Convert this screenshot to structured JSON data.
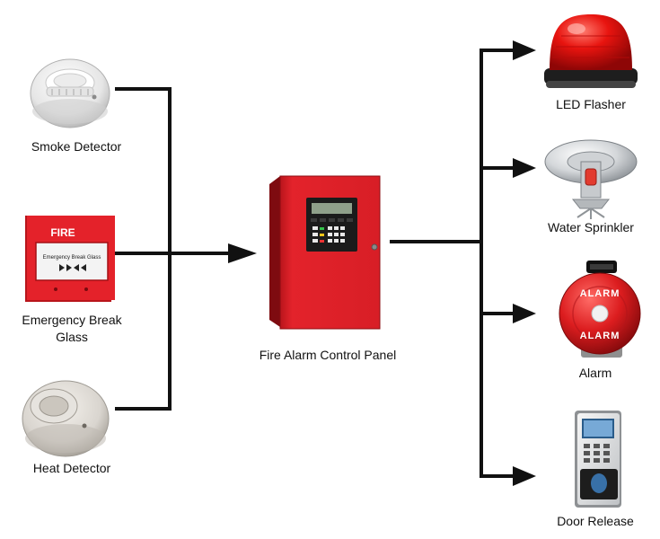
{
  "inputs": [
    {
      "label": "Smoke Detector",
      "icon": "smoke-detector-icon"
    },
    {
      "label_line1": "Emergency Break",
      "label_line2": "Glass",
      "icon": "break-glass-icon",
      "device_text": "FIRE",
      "device_subtext": "Emergency Break Glass"
    },
    {
      "label": "Heat Detector",
      "icon": "heat-detector-icon"
    }
  ],
  "panel": {
    "label": "Fire Alarm Control Panel",
    "icon": "fire-alarm-control-panel-icon"
  },
  "outputs": [
    {
      "label": "LED Flasher",
      "icon": "led-flasher-icon"
    },
    {
      "label": "Water Sprinkler",
      "icon": "water-sprinkler-icon"
    },
    {
      "label": "Alarm",
      "icon": "alarm-bell-icon",
      "device_text_top": "ALARM",
      "device_text_bottom": "ALARM"
    },
    {
      "label": "Door Release",
      "icon": "door-release-icon"
    }
  ],
  "colors": {
    "line": "#111111",
    "panel_red": "#e0212b",
    "device_red": "#e4222a",
    "device_white": "#f2f2f2"
  }
}
